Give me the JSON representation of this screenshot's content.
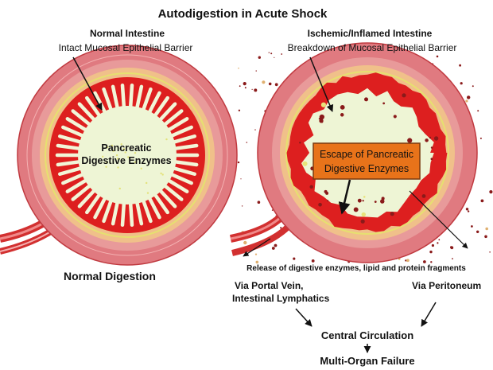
{
  "title": "Autodigestion in Acute Shock",
  "left_panel": {
    "heading": "Normal Intestine",
    "subheading": "Intact Mucosal Epithelial Barrier",
    "lumen_label_line1": "Pancreatic",
    "lumen_label_line2": "Digestive Enzymes",
    "caption": "Normal Digestion"
  },
  "right_panel": {
    "heading": "Ischemic/Inflamed Intestine",
    "subheading": "Breakdown of Mucosal Epithelial Barrier",
    "callout_line1": "Escape of Pancreatic",
    "callout_line2": "Digestive Enzymes",
    "release_text": "Release of digestive enzymes, lipid and protein fragments"
  },
  "pathways": {
    "portal_line1": "Via Portal Vein,",
    "portal_line2": "Intestinal Lymphatics",
    "peritoneum": "Via Peritoneum",
    "central": "Central Circulation",
    "failure": "Multi-Organ Failure"
  },
  "colors": {
    "serosa": "#e07a80",
    "muscularis": "#e89a9a",
    "submucosa": "#f0c08a",
    "mucosa": "#dd1f1f",
    "lumen": "#eef5d5",
    "debris": "#8a1a1a",
    "callout_fill": "#e8731a",
    "callout_border": "#7a3a10"
  }
}
